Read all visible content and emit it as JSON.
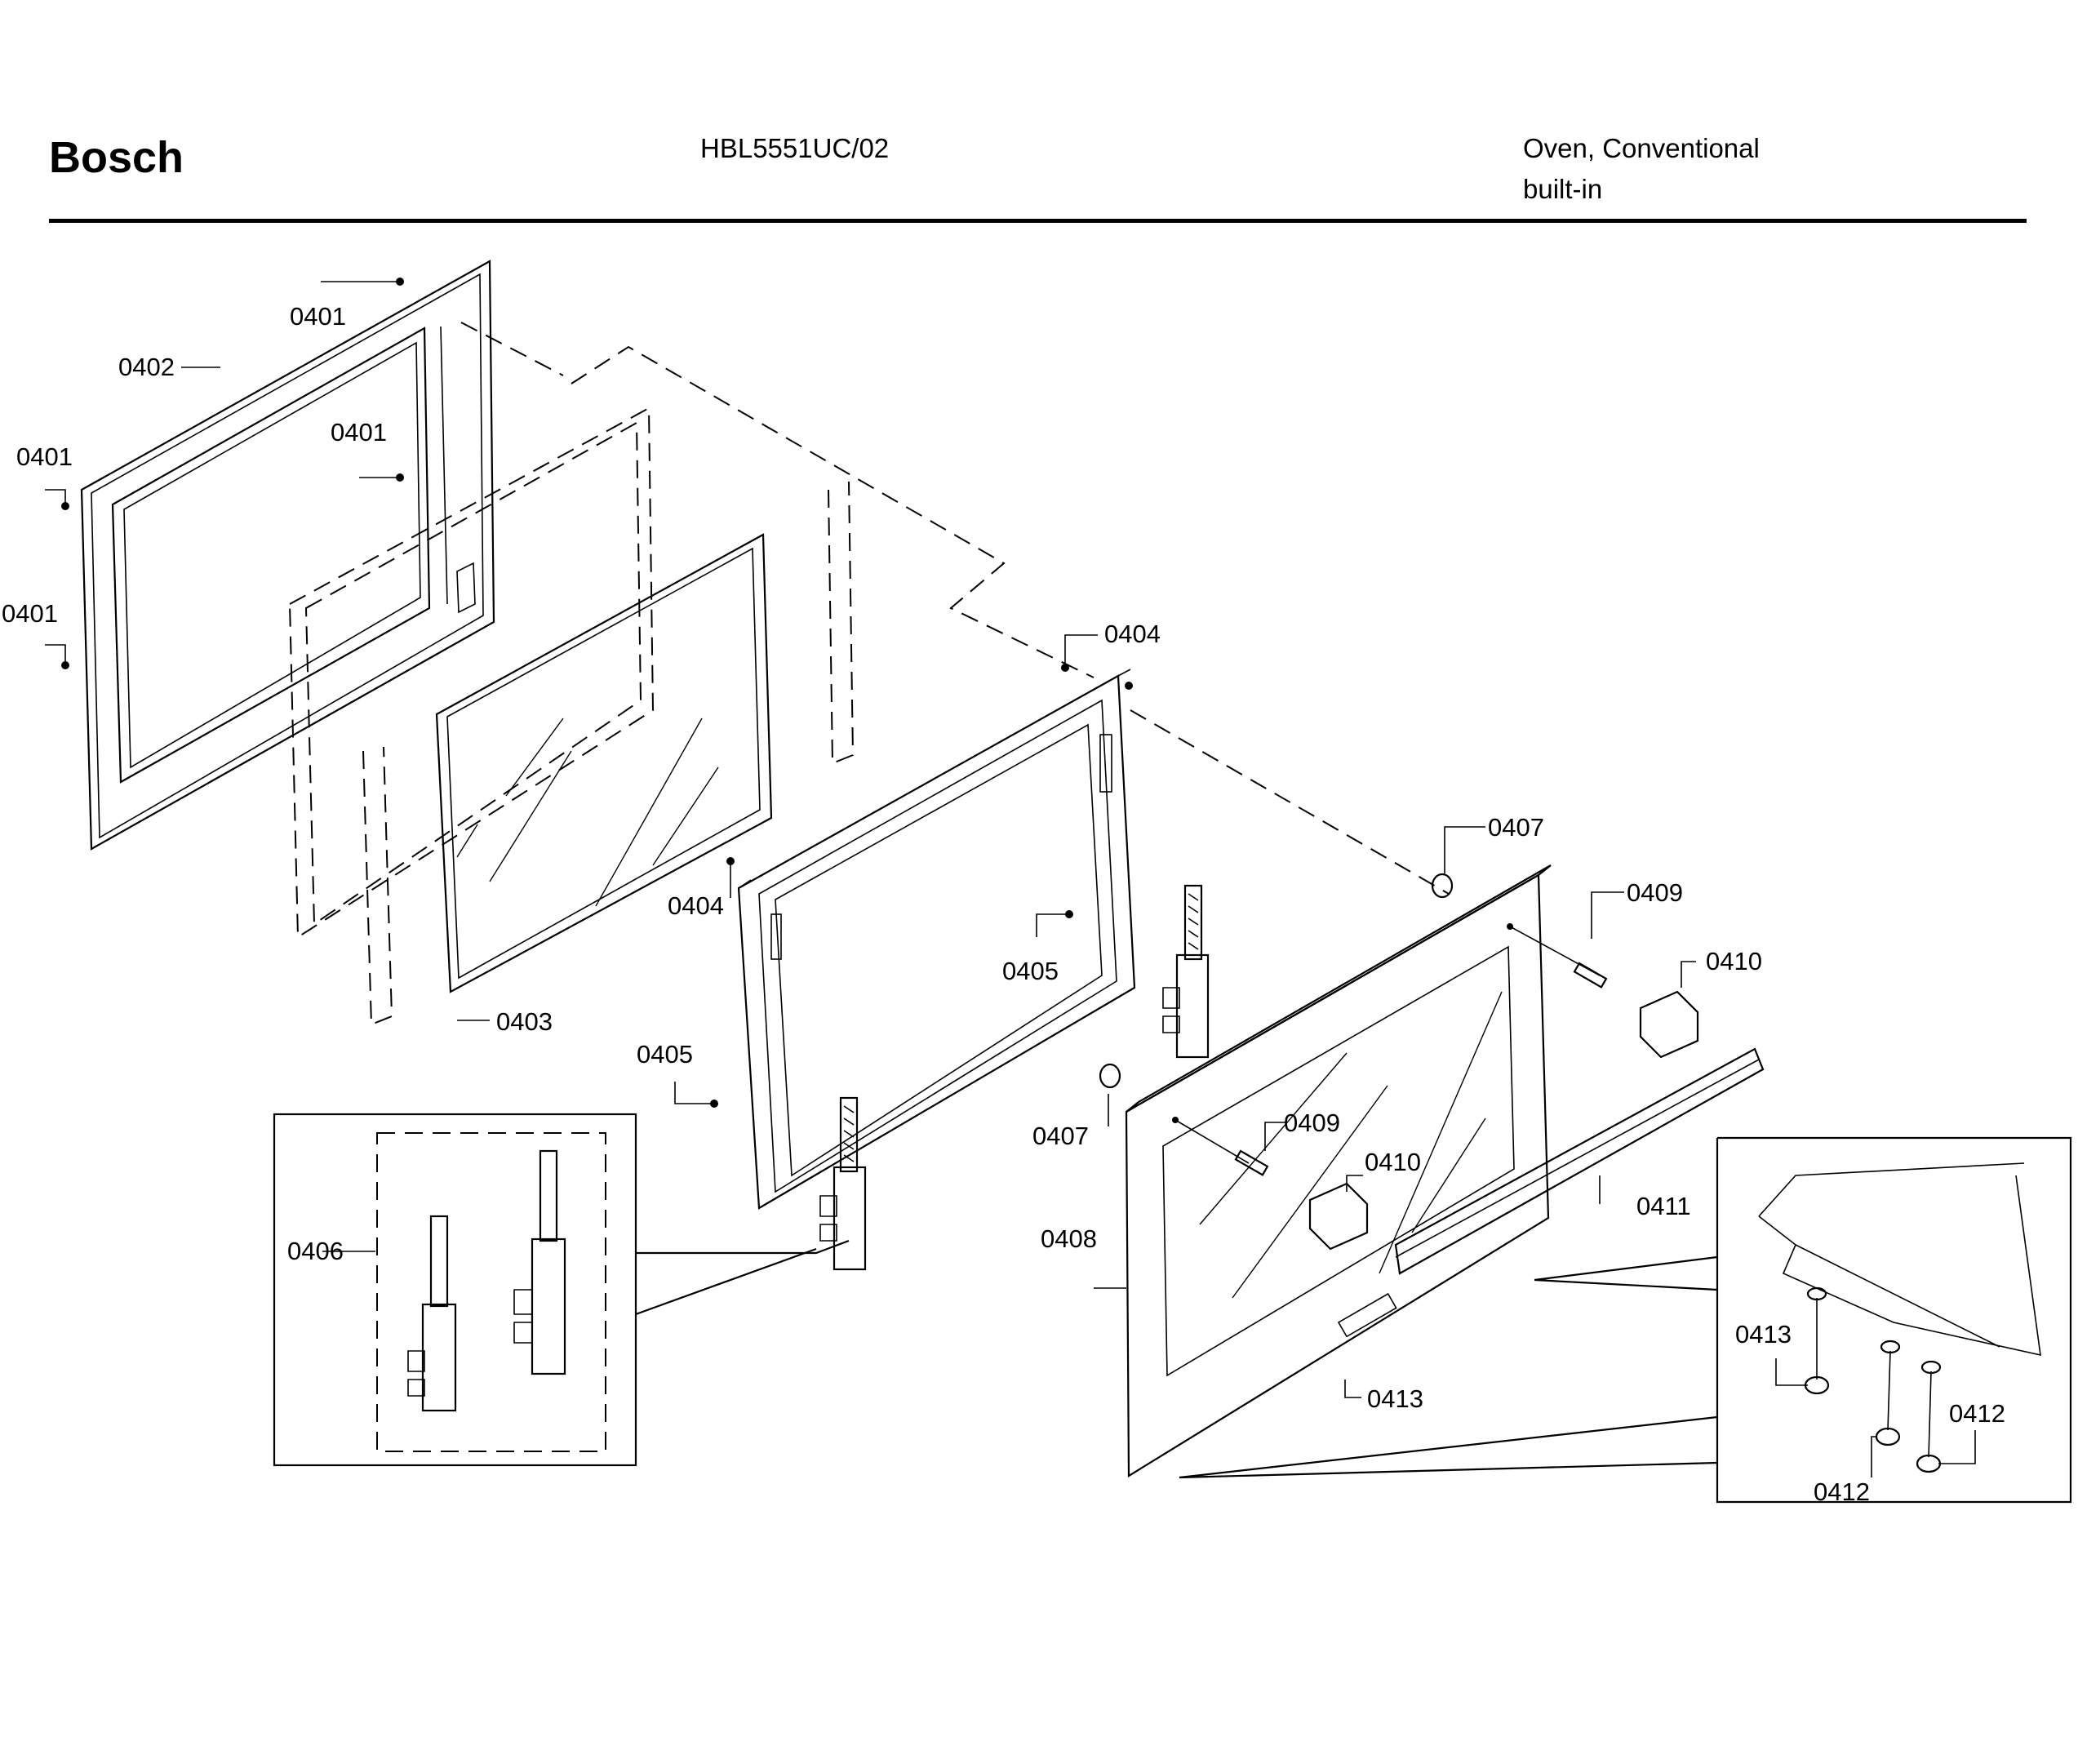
{
  "header": {
    "brand": "Bosch",
    "model": "HBL5551UC/02",
    "product_type_line1": "Oven, Conventional",
    "product_type_line2": "built-in"
  },
  "callouts": {
    "c0401a": "0401",
    "c0401b": "0401",
    "c0401c": "0401",
    "c0401d": "0401",
    "c0402": "0402",
    "c0403": "0403",
    "c0404a": "0404",
    "c0404b": "0404",
    "c0405a": "0405",
    "c0405b": "0405",
    "c0406": "0406",
    "c0407a": "0407",
    "c0407b": "0407",
    "c0408": "0408",
    "c0409a": "0409",
    "c0409b": "0409",
    "c0410a": "0410",
    "c0410b": "0410",
    "c0411": "0411",
    "c0412a": "0412",
    "c0412b": "0412",
    "c0413a": "0413",
    "c0413b": "0413"
  }
}
